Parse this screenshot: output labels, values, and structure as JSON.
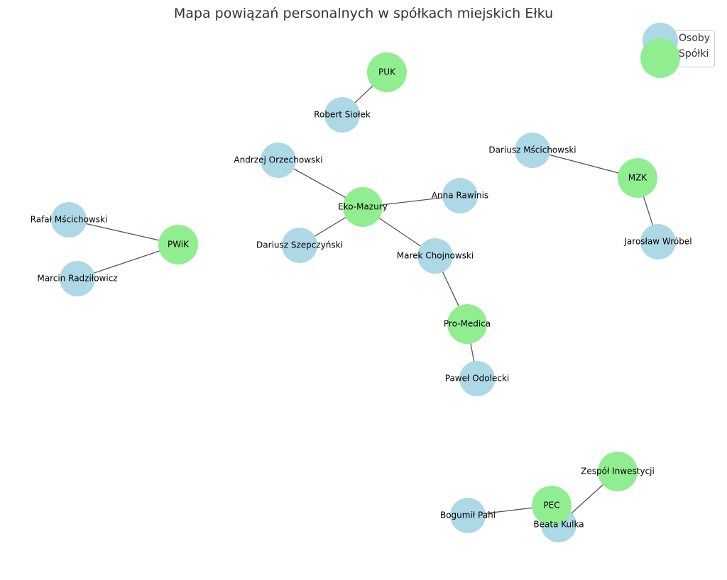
{
  "title": "Mapa powiązań personalnych w spółkach miejskich Ełku",
  "legend": {
    "persons": "Osoby",
    "companies": "Spółki"
  },
  "colors": {
    "person": "#add8e6",
    "company": "#90ee90",
    "edge": "#555555"
  },
  "nodes": [
    {
      "id": "PUK",
      "type": "company"
    },
    {
      "id": "Robert Siołek",
      "type": "person"
    },
    {
      "id": "Andrzej Orzechowski",
      "type": "person"
    },
    {
      "id": "Eko-Mazury",
      "type": "company"
    },
    {
      "id": "Anna Rawinis",
      "type": "person"
    },
    {
      "id": "Dariusz Szepczyński",
      "type": "person"
    },
    {
      "id": "Marek Chojnowski",
      "type": "person"
    },
    {
      "id": "Pro-Medica",
      "type": "company"
    },
    {
      "id": "Paweł Odolecki",
      "type": "person"
    },
    {
      "id": "Dariusz Mścichowski",
      "type": "person"
    },
    {
      "id": "MZK",
      "type": "company"
    },
    {
      "id": "Jarosław Wróbel",
      "type": "person"
    },
    {
      "id": "Rafał Mścichowski",
      "type": "person"
    },
    {
      "id": "PWiK",
      "type": "company"
    },
    {
      "id": "Marcin Radziłowicz",
      "type": "person"
    },
    {
      "id": "Zespół Inwestycji",
      "type": "company"
    },
    {
      "id": "PEC",
      "type": "company"
    },
    {
      "id": "Bogumił Pahl",
      "type": "person"
    },
    {
      "id": "Beata Kulka",
      "type": "person"
    }
  ],
  "edges": [
    [
      "PUK",
      "Robert Siołek"
    ],
    [
      "Eko-Mazury",
      "Andrzej Orzechowski"
    ],
    [
      "Eko-Mazury",
      "Anna Rawinis"
    ],
    [
      "Eko-Mazury",
      "Dariusz Szepczyński"
    ],
    [
      "Eko-Mazury",
      "Marek Chojnowski"
    ],
    [
      "Pro-Medica",
      "Marek Chojnowski"
    ],
    [
      "Pro-Medica",
      "Paweł Odolecki"
    ],
    [
      "MZK",
      "Dariusz Mścichowski"
    ],
    [
      "MZK",
      "Jarosław Wróbel"
    ],
    [
      "PWiK",
      "Rafał Mścichowski"
    ],
    [
      "PWiK",
      "Marcin Radziłowicz"
    ],
    [
      "PEC",
      "Bogumił Pahl"
    ],
    [
      "PEC",
      "Beata Kulka"
    ],
    [
      "Zespół Inwestycji",
      "Beata Kulka"
    ]
  ]
}
